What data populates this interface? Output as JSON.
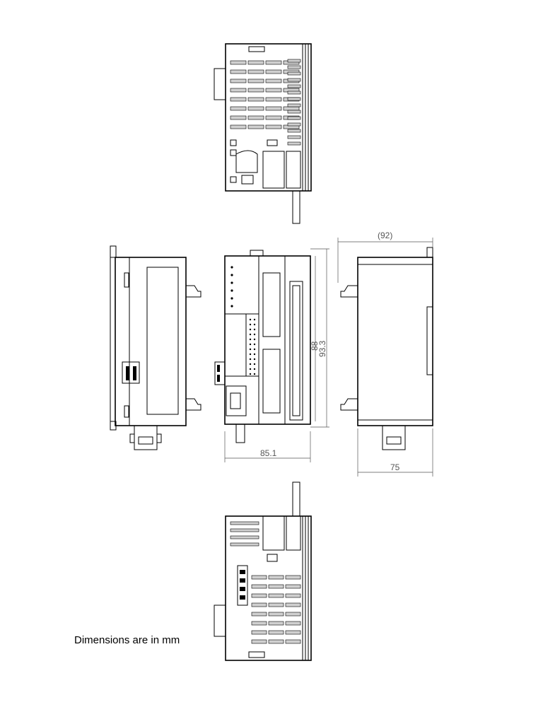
{
  "caption": "Dimensions are in mm",
  "dimensions": {
    "depth_top": "(92)",
    "height_outer": "93.3",
    "height_inner": "88",
    "width_front": "85.1",
    "width_side": "75"
  }
}
